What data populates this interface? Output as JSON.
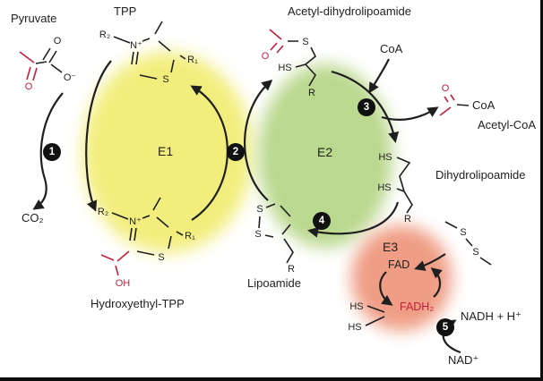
{
  "labels": {
    "pyruvate": "Pyruvate",
    "tpp": "TPP",
    "acetyl_dihydrolipoamide": "Acetyl-dihydrolipoamide",
    "coa_in": "CoA",
    "acetyl_coa": "Acetyl-CoA",
    "dihydrolipoamide": "Dihydrolipoamide",
    "co2": "CO₂",
    "hydroxyethyl_tpp": "Hydroxyethyl-TPP",
    "lipoamide": "Lipoamide",
    "nadh": "NADH + H⁺",
    "nad": "NAD⁺"
  },
  "enzymes": {
    "e1": {
      "label": "E1",
      "fill": "#f2ee7d"
    },
    "e2": {
      "label": "E2",
      "fill": "#bad88e"
    },
    "e3": {
      "label": "E3",
      "fill": "#ef9d84"
    }
  },
  "cofactors": {
    "fad": "FAD",
    "fadh2": "FADH₂"
  },
  "steps": [
    "1",
    "2",
    "3",
    "4",
    "5"
  ],
  "atoms": {
    "pyruvate": {
      "o_red": "O",
      "o_top": "O",
      "o_minus": "O⁻"
    },
    "tpp_top": {
      "r2": "R₂",
      "n": "N⁺",
      "s": "S",
      "r1": "R₁"
    },
    "tpp_bottom": {
      "r2": "R₂",
      "n": "N⁺",
      "s": "S",
      "r1": "R₁",
      "oh": "OH"
    },
    "acetyl_dhl": {
      "o": "O",
      "s": "S",
      "hs": "HS",
      "r": "R"
    },
    "acetyl_coa": {
      "o": "O",
      "coa": "CoA"
    },
    "dihydrolipoamide": {
      "hs1": "HS",
      "hs2": "HS",
      "r": "R"
    },
    "lipoamide": {
      "s1": "S",
      "s2": "S",
      "r": "R"
    },
    "e3_disulfide": {
      "s1": "S",
      "s2": "S"
    },
    "e3_dithiol": {
      "hs1": "HS",
      "hs2": "HS"
    }
  },
  "colors": {
    "bond_black": "#1f1f1f",
    "bond_red": "#c41f3e"
  }
}
